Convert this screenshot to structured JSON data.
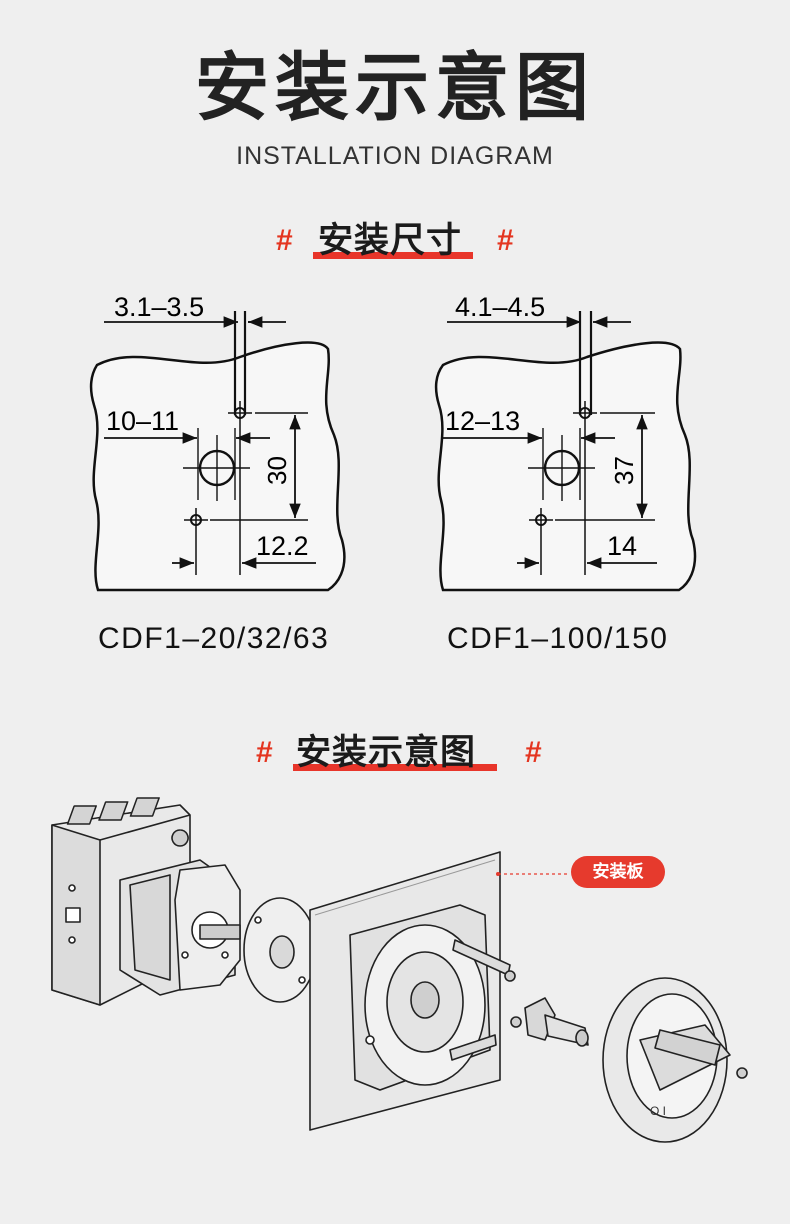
{
  "title": "安装示意图",
  "subtitle": "INSTALLATION DIAGRAM",
  "section1": {
    "hash_left": "#",
    "label": "安装尺寸",
    "hash_right": "#"
  },
  "diagram_left": {
    "dim_top": "3.1–3.5",
    "dim_left": "10–11",
    "dim_vertical": "30",
    "dim_bottom": "12.2",
    "model": "CDF1–20/32/63"
  },
  "diagram_right": {
    "dim_top": "4.1–4.5",
    "dim_left": "12–13",
    "dim_vertical": "37",
    "dim_bottom": "14",
    "model": "CDF1–100/150"
  },
  "section2": {
    "hash_left": "#",
    "label": "安装示意图",
    "hash_right": "#"
  },
  "panel_label": "安装板",
  "colors": {
    "accent": "#e63a2d",
    "background": "#efefef"
  }
}
